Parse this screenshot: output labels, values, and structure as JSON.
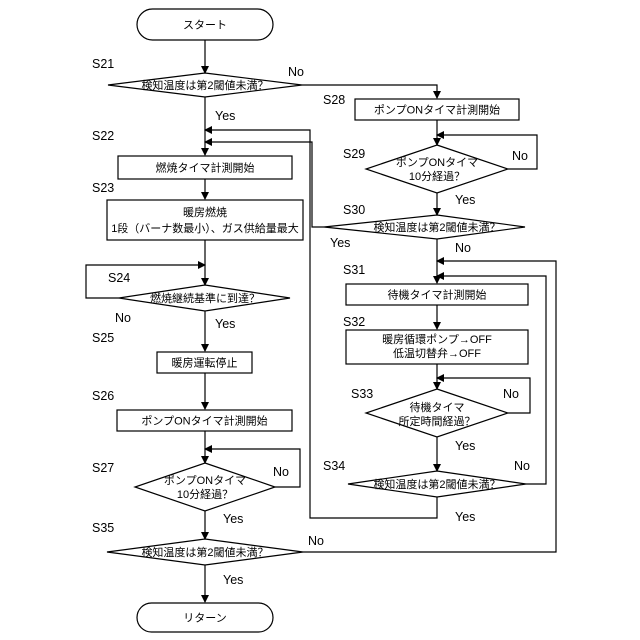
{
  "terminals": {
    "start": "スタート",
    "return": "リターン"
  },
  "steps": {
    "s21": {
      "id": "S21",
      "text": "検知温度は第2閾値未満？"
    },
    "s22": {
      "id": "S22",
      "text": "燃焼タイマ計測開始"
    },
    "s23": {
      "id": "S23",
      "lines": [
        "暖房燃焼",
        "1段（バーナ数最小）、ガス供給量最大"
      ]
    },
    "s24": {
      "id": "S24",
      "text": "燃焼継続基準に到達？"
    },
    "s25": {
      "id": "S25",
      "text": "暖房運転停止"
    },
    "s26": {
      "id": "S26",
      "text": "ポンプONタイマ計測開始"
    },
    "s27": {
      "id": "S27",
      "lines": [
        "ポンプONタイマ",
        "10分経過？"
      ]
    },
    "s35": {
      "id": "S35",
      "text": "検知温度は第2閾値未満？"
    },
    "s28": {
      "id": "S28",
      "text": "ポンプONタイマ計測開始"
    },
    "s29": {
      "id": "S29",
      "lines": [
        "ポンプONタイマ",
        "10分経過？"
      ]
    },
    "s30": {
      "id": "S30",
      "text": "検知温度は第2閾値未満？"
    },
    "s31": {
      "id": "S31",
      "text": "待機タイマ計測開始"
    },
    "s32": {
      "id": "S32",
      "lines": [
        "暖房循環ポンプ→OFF",
        "低温切替弁→OFF"
      ]
    },
    "s33": {
      "id": "S33",
      "lines": [
        "待機タイマ",
        "所定時間経過？"
      ]
    },
    "s34": {
      "id": "S34",
      "text": "検知温度は第2閾値未満？"
    }
  },
  "branches": {
    "yes": "Yes",
    "no": "No"
  }
}
